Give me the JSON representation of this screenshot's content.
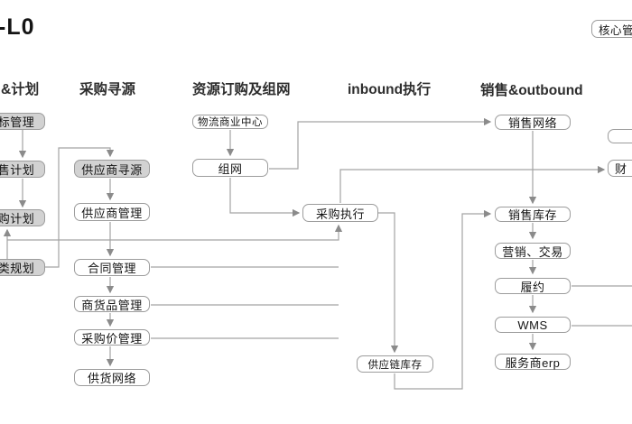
{
  "title": "-L0",
  "corner_badge": "核心管",
  "column_headers": {
    "planning": "&计划",
    "sourcing": "采购寻源",
    "resource_network": "资源订购及组网",
    "inbound": "inbound执行",
    "sales_outbound": "销售&outbound"
  },
  "nodes": {
    "goal_mgmt": "标管理",
    "sales_plan": "售计划",
    "purchase_plan": "购计划",
    "category_plan": "类规划",
    "supplier_sourcing": "供应商寻源",
    "supplier_mgmt": "供应商管理",
    "contract_mgmt": "合同管理",
    "goods_mgmt": "商货品管理",
    "purchase_price_mgmt": "采购价管理",
    "supply_network": "供货网络",
    "logistics_biz_center": "物流商业中心",
    "network_setup": "组网",
    "purchase_execution": "采购执行",
    "supply_chain_inventory": "供应链库存",
    "sales_network": "销售网络",
    "sales_inventory": "销售库存",
    "marketing_trading": "营销、交易",
    "fulfillment": "履约",
    "wms": "WMS",
    "service_provider_erp": "服务商erp",
    "finance": "财"
  },
  "colors": {
    "node_border": "#9c9c9c",
    "node_highlight_fill": "#d2d2d2",
    "edge": "#a3a3a3",
    "arrowhead": "#8b8b8b"
  }
}
